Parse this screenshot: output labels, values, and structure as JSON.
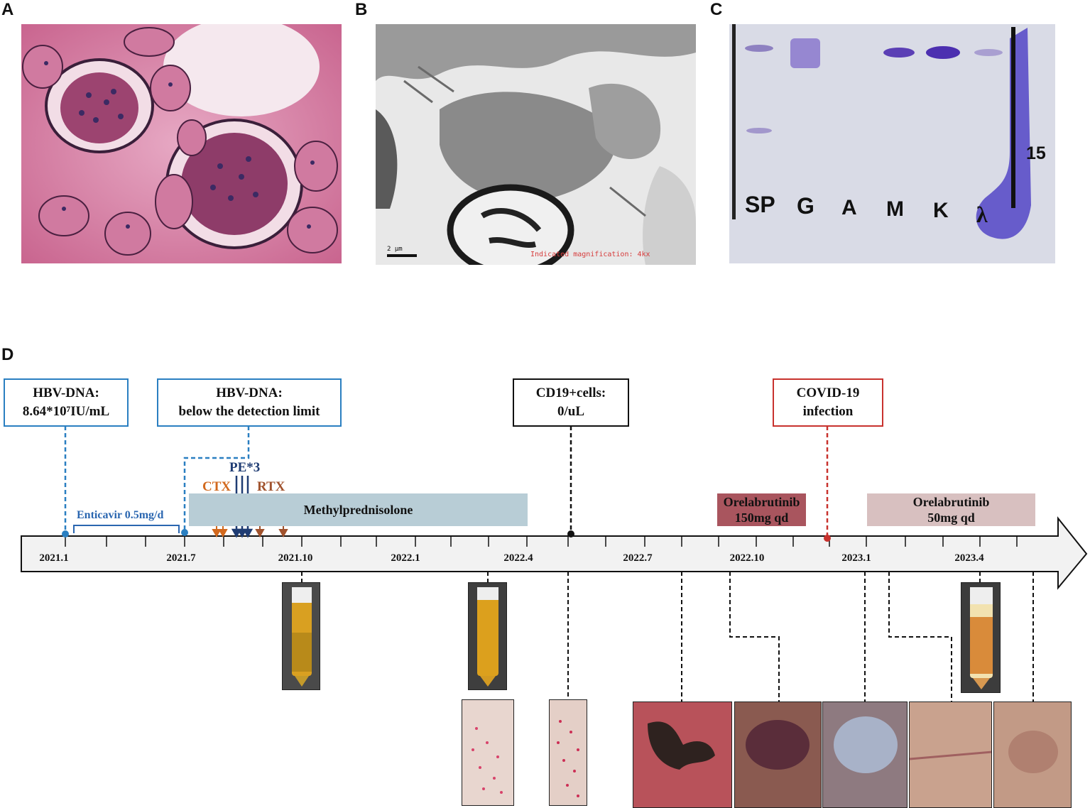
{
  "panels": {
    "a": "A",
    "b": "B",
    "c": "C",
    "d": "D"
  },
  "panel_b": {
    "scale_bar": "2 µm",
    "caption": "Indicated magnification: 4kx"
  },
  "panel_c": {
    "lanes": [
      "SP",
      "G",
      "A",
      "M",
      "K",
      "λ"
    ],
    "label_15": "15"
  },
  "timeline": {
    "callouts": {
      "hbv1": {
        "line1": "HBV-DNA:",
        "line2": "8.64*10⁷IU/mL",
        "color": "#2a7fc1"
      },
      "hbv2": {
        "line1": "HBV-DNA:",
        "line2": "below the detection limit",
        "color": "#2a7fc1"
      },
      "cd19": {
        "line1": "CD19+cells:",
        "line2": "0/uL",
        "color": "#111111"
      },
      "covid": {
        "line1": "COVID-19",
        "line2": "infection",
        "color": "#c8322e"
      }
    },
    "enticavir_label": "Enticavir 0.5mg/d",
    "treatments": {
      "ctx": "CTX",
      "pe": "PE*3",
      "rtx": "RTX",
      "methylprednisolone": "Methylprednisolone",
      "orelabrutinib1": {
        "line1": "Orelabrutinib",
        "line2": "150mg qd"
      },
      "orelabrutinib2": {
        "line1": "Orelabrutinib",
        "line2": "50mg qd"
      }
    },
    "tick_labels": [
      "2021.1",
      "2021.7",
      "2021.10",
      "2022.1",
      "2022.4",
      "2022.7",
      "2022.10",
      "2023.1",
      "2023.4"
    ],
    "colors": {
      "methyl_bar": "#b8cdd6",
      "orela1_bar": "#a9555e",
      "orela2_bar": "#d8c0c0",
      "ctx": "#d2691e",
      "pe": "#1f3c73",
      "rtx": "#a0522d",
      "enticavir": "#2a66b0",
      "axis_fill": "#f2f2f2"
    }
  }
}
